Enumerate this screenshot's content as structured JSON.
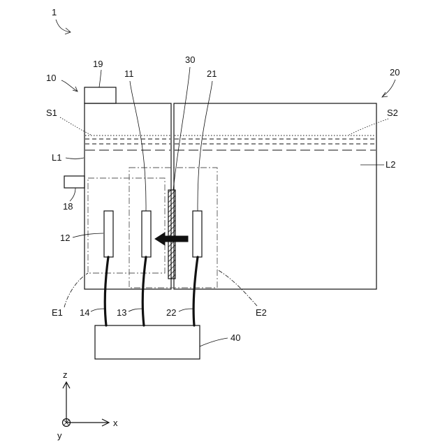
{
  "labels": {
    "system": "1",
    "tank1": "10",
    "lid": "19",
    "electrode11": "11",
    "membrane": "30",
    "electrode21": "21",
    "tank2": "20",
    "surface1": "S1",
    "surface2": "S2",
    "liquid1": "L1",
    "liquid2": "L2",
    "port": "18",
    "electrode12": "12",
    "region1": "E1",
    "region2": "E2",
    "cable14": "14",
    "cable13": "13",
    "cable22": "22",
    "controller": "40",
    "axis_z": "z",
    "axis_x": "x",
    "axis_y": "y"
  }
}
